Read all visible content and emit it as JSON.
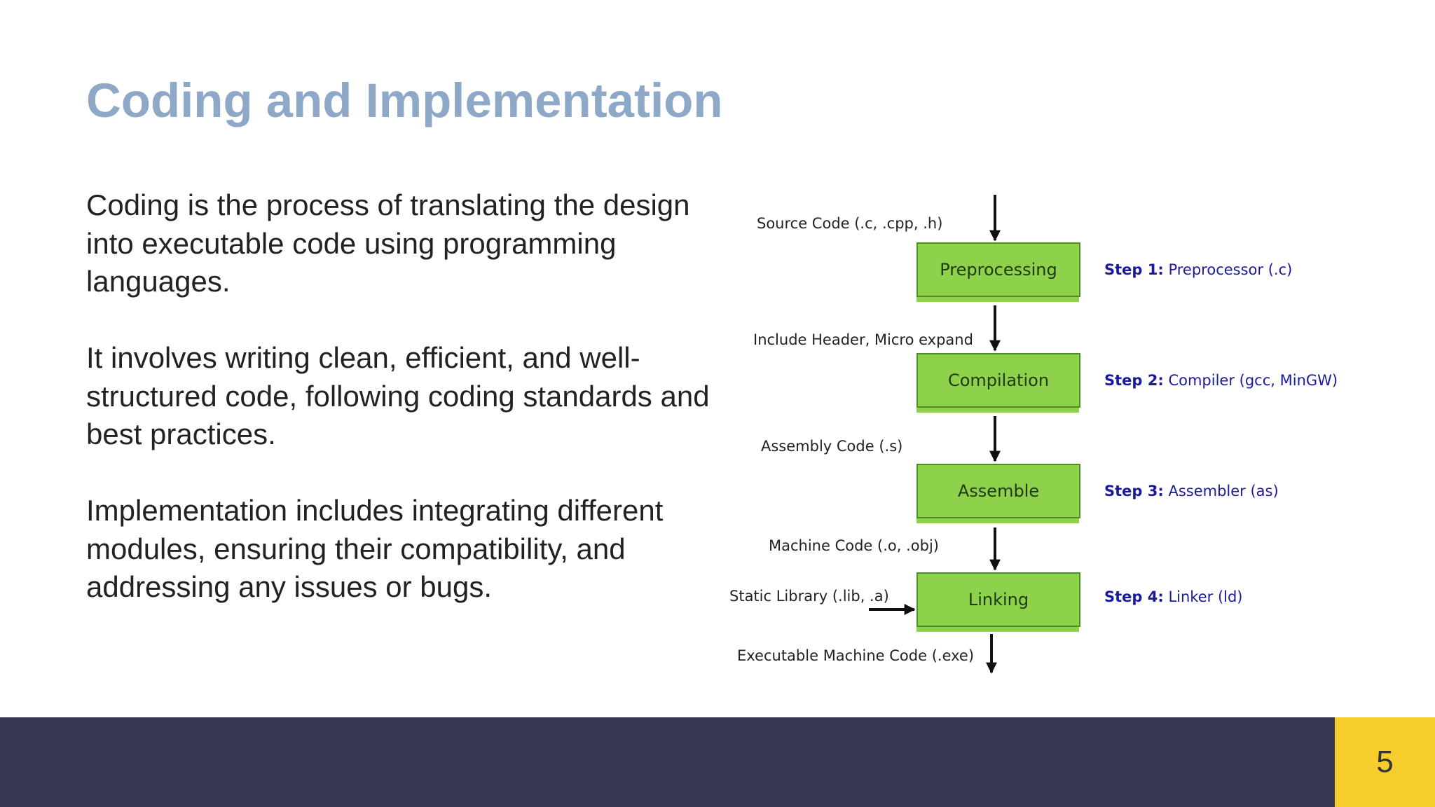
{
  "slide": {
    "title": "Coding and Implementation",
    "paragraphs": [
      "Coding is the process of translating the design into executable code using programming languages.",
      "It involves writing clean, efficient, and well-structured code, following coding standards and best practices.",
      "Implementation includes integrating different modules, ensuring their compatibility, and addressing any issues or bugs."
    ],
    "page_number": "5"
  },
  "diagram": {
    "boxes": [
      "Preprocessing",
      "Compilation",
      "Assemble",
      "Linking"
    ],
    "flow_labels": [
      "Source Code (.c, .cpp, .h)",
      "Include Header, Micro expand",
      "Assembly Code (.s)",
      "Machine Code (.o, .obj)",
      "Static Library (.lib, .a)",
      "Executable Machine Code (.exe)"
    ],
    "steps": [
      {
        "num": "Step 1:",
        "text": "Preprocessor (.c)"
      },
      {
        "num": "Step 2:",
        "text": "Compiler (gcc, MinGW)"
      },
      {
        "num": "Step 3:",
        "text": "Assembler (as)"
      },
      {
        "num": "Step 4:",
        "text": "Linker (ld)"
      }
    ]
  },
  "colors": {
    "title": "#8ea9c8",
    "box_fill": "#8ed14b",
    "step_text": "#1a1a9e",
    "footer_bar": "#363853",
    "page_badge": "#f7cd2e"
  }
}
